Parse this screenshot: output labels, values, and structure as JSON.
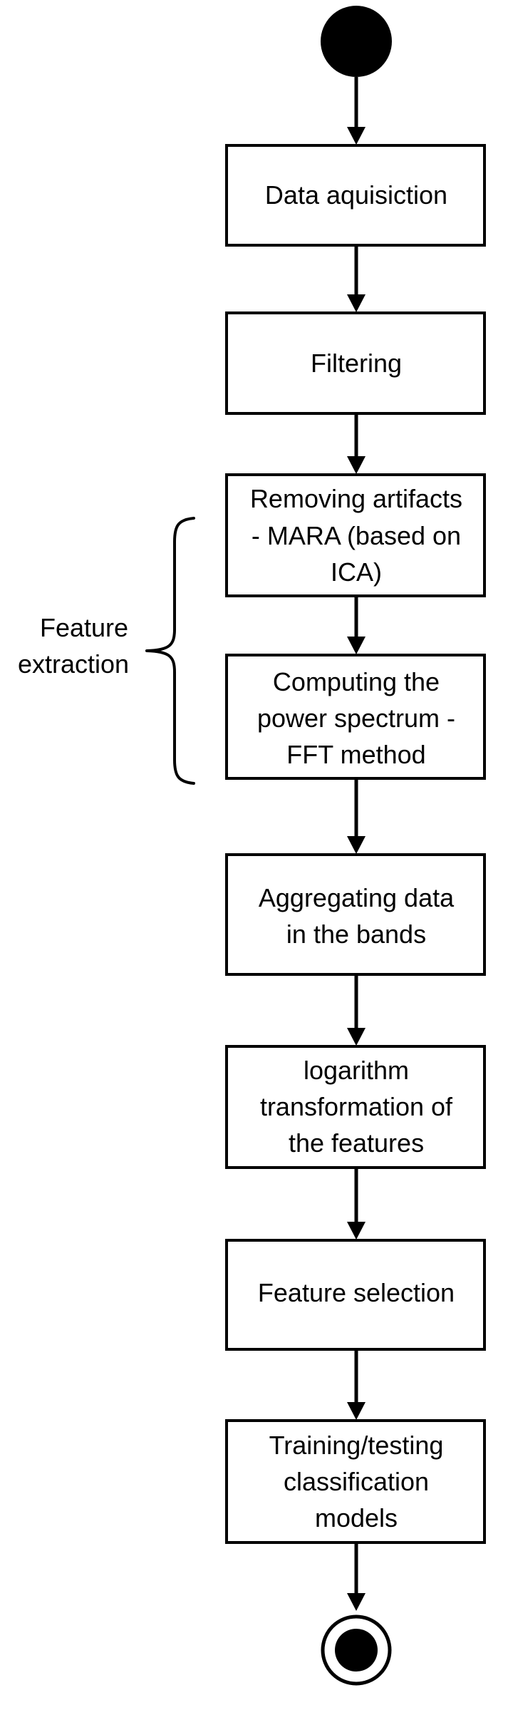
{
  "diagram": {
    "type": "activity-flowchart",
    "colors": {
      "stroke": "#000000",
      "fill": "#ffffff",
      "node": "#000000"
    },
    "steps": [
      {
        "id": "data-acquisition",
        "lines": [
          "Data aquisiction"
        ]
      },
      {
        "id": "filtering",
        "lines": [
          "Filtering"
        ]
      },
      {
        "id": "removing-artifacts",
        "lines": [
          "Removing artifacts",
          "- MARA (based on",
          "ICA)"
        ]
      },
      {
        "id": "power-spectrum",
        "lines": [
          "Computing the",
          "power spectrum -",
          "FFT method"
        ]
      },
      {
        "id": "aggregating-data",
        "lines": [
          "Aggregating data",
          "in the bands"
        ]
      },
      {
        "id": "log-transformation",
        "lines": [
          "logarithm",
          "transformation of",
          "the features"
        ]
      },
      {
        "id": "feature-selection",
        "lines": [
          "Feature selection"
        ]
      },
      {
        "id": "training-testing",
        "lines": [
          "Training/testing",
          "classification",
          "models"
        ]
      }
    ],
    "group": {
      "id": "feature-extraction",
      "lines": [
        "Feature",
        "extraction"
      ],
      "spans": [
        "removing-artifacts",
        "power-spectrum"
      ]
    }
  }
}
